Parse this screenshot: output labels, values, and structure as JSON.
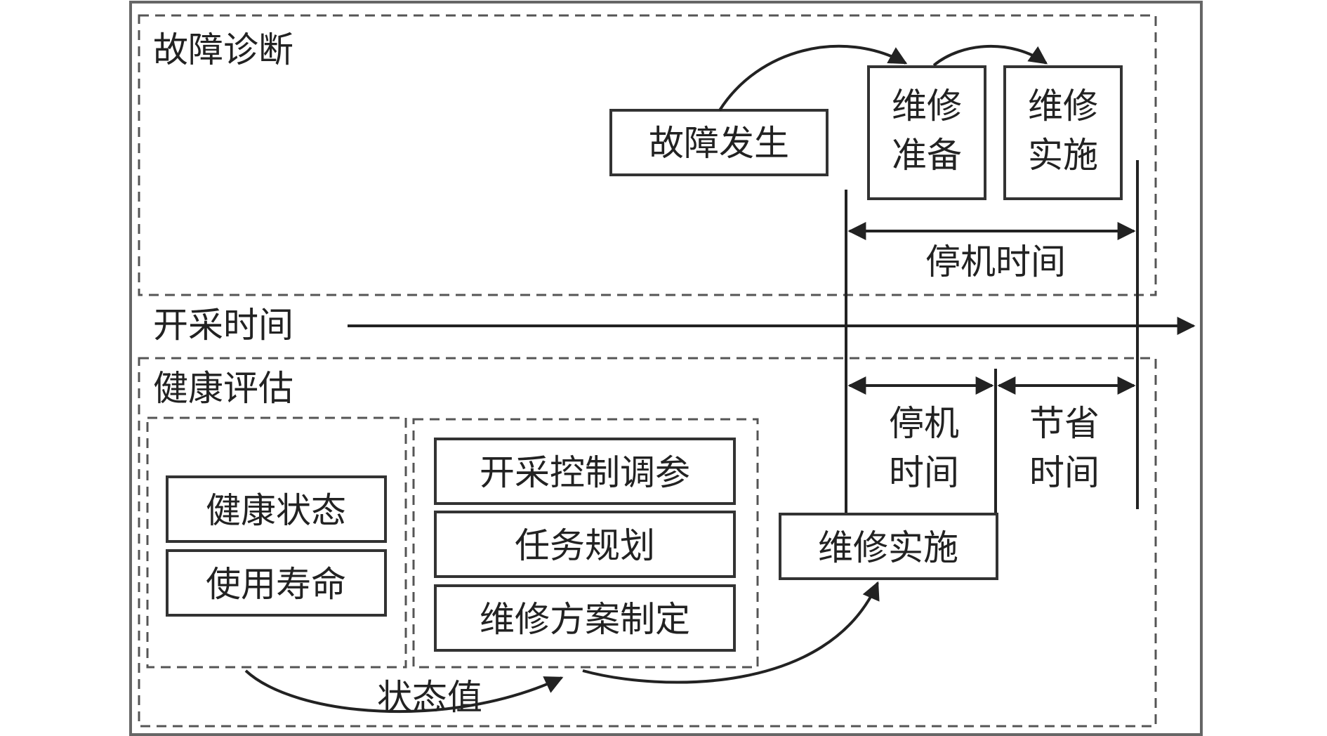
{
  "sections": {
    "fault_diagnosis": "故障诊断",
    "health_assessment": "健康评估"
  },
  "timeline": {
    "mining_time": "开采时间"
  },
  "top": {
    "fault_occurrence": "故障发生",
    "maintenance_prep": [
      "维修",
      "准备"
    ],
    "maintenance_impl": [
      "维修",
      "实施"
    ],
    "downtime": "停机时间"
  },
  "bottom": {
    "health_state": "健康状态",
    "service_life": "使用寿命",
    "mining_control": "开采控制调参",
    "task_planning": "任务规划",
    "maintenance_plan": "维修方案制定",
    "maintenance_impl": "维修实施",
    "state_value": "状态值",
    "downtime": [
      "停机",
      "时间"
    ],
    "saved_time": [
      "节省",
      "时间"
    ]
  }
}
